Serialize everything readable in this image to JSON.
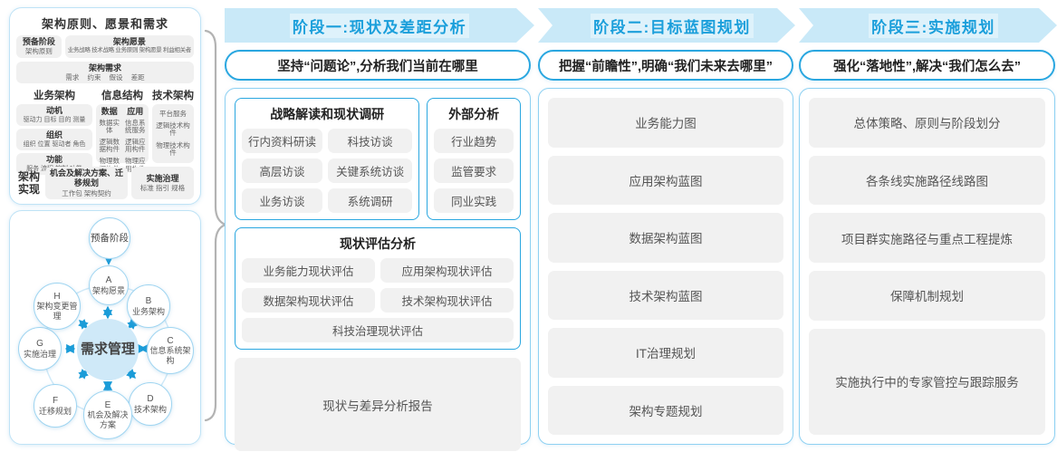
{
  "colors": {
    "accent": "#29a7e0",
    "banner_bg": "#c9e9f8",
    "item_bg": "#f1f1f1",
    "arrow_blue": "#1b9cd8",
    "brace_gray": "#b3b3b3"
  },
  "left_panel": {
    "title": "架构原则、愿景和需求",
    "prep": {
      "title": "预备阶段",
      "body": "架构原则"
    },
    "vision": {
      "title": "架构愿景",
      "body": "业务战略 技术战略 业务原则 架构愿景 利益相关者"
    },
    "requirements": {
      "title": "架构需求",
      "body": "需求 约束 假设 差距"
    },
    "biz": {
      "title": "业务架构",
      "boxes": [
        {
          "title": "动机",
          "body": "驱动力 目标 目的 测量"
        },
        {
          "title": "组织",
          "body": "组织 位置 驱动者 角色"
        },
        {
          "title": "功能",
          "body": "服务 流程 控制 功能"
        }
      ]
    },
    "info": {
      "title": "信息结构",
      "data": {
        "title": "数据",
        "items": [
          "数据实体",
          "逻辑数据构件",
          "物理数据构件"
        ]
      },
      "app": {
        "title": "应用",
        "items": [
          "信息系统服务",
          "逻辑应用构件",
          "物理应用构件"
        ]
      }
    },
    "tech": {
      "title": "技术架构",
      "items": [
        "平台服务",
        "逻辑技术构件",
        "物理技术构件"
      ]
    },
    "impl": {
      "label": "架构实现",
      "box1_title": "机会及解决方案、迁移规划",
      "box1_body": "工作包 架构契约",
      "box2_title": "实施治理",
      "box2_body": "标准 指引 规格"
    }
  },
  "adm": {
    "prep": "预备阶段",
    "center": "需求管理",
    "nodes": [
      {
        "letter": "A",
        "label": "架构愿景"
      },
      {
        "letter": "B",
        "label": "业务架构"
      },
      {
        "letter": "C",
        "label": "信息系统架构"
      },
      {
        "letter": "D",
        "label": "技术架构"
      },
      {
        "letter": "E",
        "label": "机会及解决方案"
      },
      {
        "letter": "F",
        "label": "迁移规划"
      },
      {
        "letter": "G",
        "label": "实施治理"
      },
      {
        "letter": "H",
        "label": "架构变更管理"
      }
    ]
  },
  "phases": [
    {
      "banner": "阶段一:现状及差距分析",
      "subtitle": "坚持“问题论”,分析我们当前在哪里",
      "survey": {
        "title": "战略解读和现状调研",
        "items": [
          "行内资料研读",
          "科技访谈",
          "高层访谈",
          "关键系统访谈",
          "业务访谈",
          "系统调研"
        ]
      },
      "external": {
        "title": "外部分析",
        "items": [
          "行业趋势",
          "监管要求",
          "同业实践"
        ]
      },
      "assess": {
        "title": "现状评估分析",
        "items": [
          "业务能力现状评估",
          "应用架构现状评估",
          "数据架构现状评估",
          "技术架构现状评估",
          "科技治理现状评估"
        ]
      },
      "report": "现状与差异分析报告"
    },
    {
      "banner": "阶段二:目标蓝图规划",
      "subtitle": "把握“前瞻性”,明确“我们未来去哪里”",
      "items": [
        "业务能力图",
        "应用架构蓝图",
        "数据架构蓝图",
        "技术架构蓝图",
        "IT治理规划",
        "架构专题规划"
      ]
    },
    {
      "banner": "阶段三:实施规划",
      "subtitle": "强化“落地性”,解决“我们怎么去”",
      "items": [
        "总体策略、原则与阶段划分",
        "各条线实施路径线路图",
        "项目群实施路径与重点工程提炼",
        "保障机制规划",
        "实施执行中的专家管控与跟踪服务"
      ]
    }
  ]
}
